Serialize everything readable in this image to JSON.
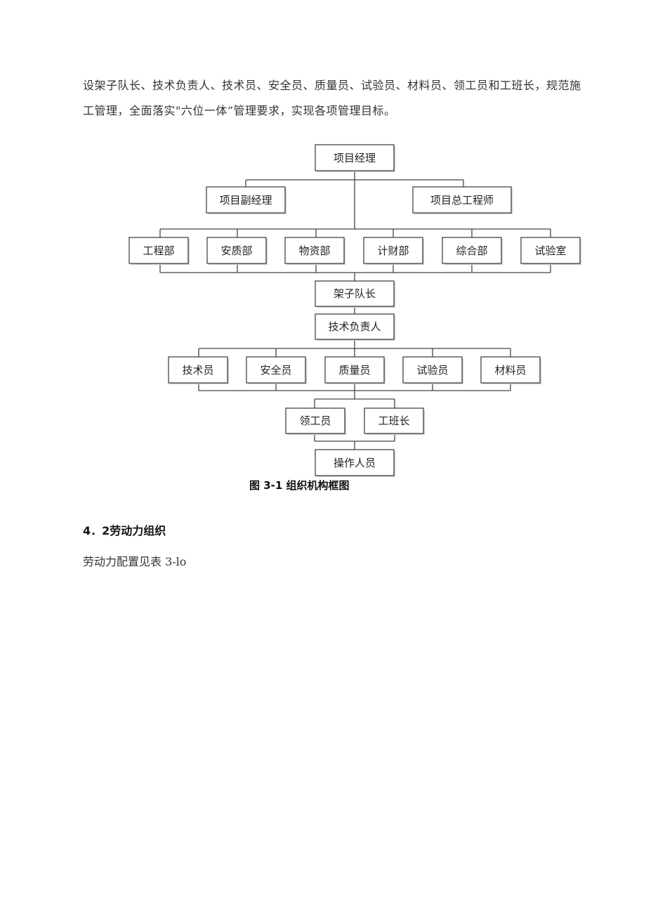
{
  "intro_text": "设架子队长、技术负责人、技术员、安全员、质量员、试验员、材料员、领工员和工班长，规范施工管理，全面落实\"六位一体”管理要求，实现各项管理目标。",
  "org_chart": {
    "top": "项目经理",
    "deputies": [
      "项目副经理",
      "项目总工程师"
    ],
    "departments": [
      "工程部",
      "安质部",
      "物资部",
      "计财部",
      "综合部",
      "试验室"
    ],
    "team_leader": "架子队长",
    "tech_lead": "技术负责人",
    "staff": [
      "技术员",
      "安全员",
      "质量员",
      "试验员",
      "材料员"
    ],
    "foremen": [
      "领工员",
      "工班长"
    ],
    "workers": "操作人员"
  },
  "caption": "图 3-1 组织机构框图",
  "section_heading": "4．2劳动力组织",
  "section_text": "劳动力配置见表 3-lo"
}
